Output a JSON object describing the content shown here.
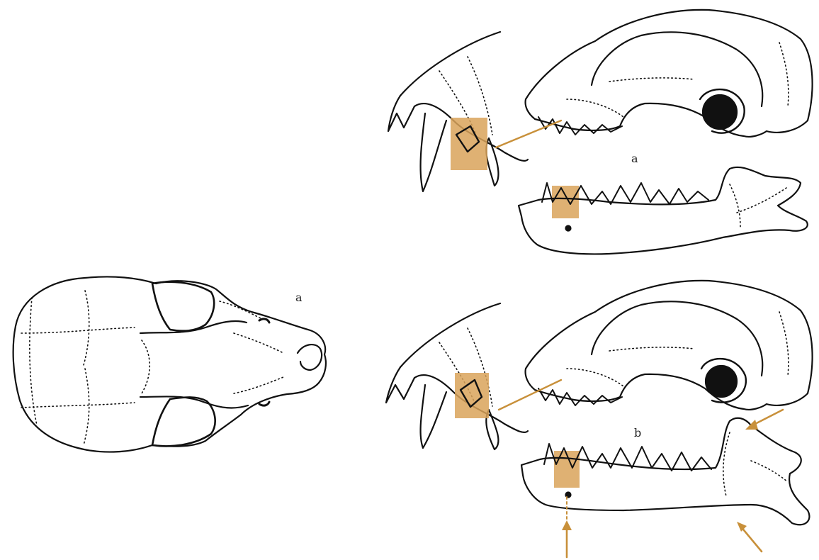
{
  "labels": {
    "dorsal_skull": "a",
    "lateral_top": "a",
    "lateral_bottom": "b"
  },
  "colors": {
    "line": "#111111",
    "highlight": "#c8903a",
    "highlight_fill": "#d9a35a",
    "background": "#ffffff"
  }
}
